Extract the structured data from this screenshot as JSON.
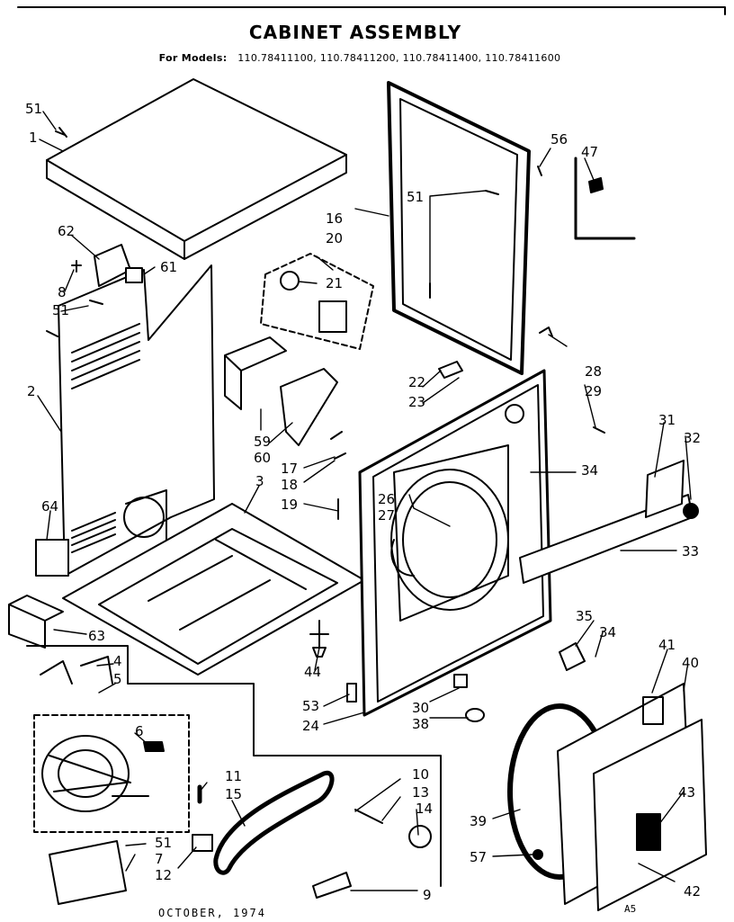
{
  "title": "CABINET ASSEMBLY",
  "models_label": "For Models:",
  "models": "110.78411100, 110.78411200, 110.78411400, 110.78411600",
  "footer_date": "OCTOBER, 1974",
  "footer_code": "A5",
  "callouts": {
    "c1": "1",
    "c2": "2",
    "c3": "3",
    "c4": "4",
    "c5": "5",
    "c6": "6",
    "c7": "7",
    "c8": "8",
    "c9": "9",
    "c10": "10",
    "c11": "11",
    "c12": "12",
    "c13": "13",
    "c14": "14",
    "c15": "15",
    "c16": "16",
    "c17": "17",
    "c18": "18",
    "c19": "19",
    "c20": "20",
    "c21": "21",
    "c22": "22",
    "c23": "23",
    "c24": "24",
    "c26": "26",
    "c27": "27",
    "c28": "28",
    "c29": "29",
    "c30": "30",
    "c31": "31",
    "c32": "32",
    "c33": "33",
    "c34a": "34",
    "c34b": "34",
    "c35": "35",
    "c38": "38",
    "c39": "39",
    "c40": "40",
    "c41": "41",
    "c42": "42",
    "c43": "43",
    "c44": "44",
    "c47": "47",
    "c51a": "51",
    "c51b": "51",
    "c51c": "51",
    "c51d": "51",
    "c53": "53",
    "c56": "56",
    "c57": "57",
    "c59": "59",
    "c60": "60",
    "c61": "61",
    "c62": "62",
    "c63": "63",
    "c64": "64"
  }
}
